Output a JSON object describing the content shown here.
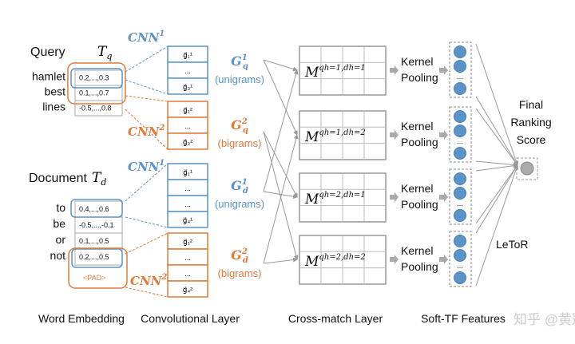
{
  "colors": {
    "blue": "#5b93c9",
    "orange": "#e07a3a",
    "gray": "#999999"
  },
  "query": {
    "label": "Query",
    "symbol": "T",
    "sub": "q",
    "words": [
      "hamlet",
      "best",
      "lines"
    ],
    "vectors": [
      "0.2,...,0.3",
      "0.1,...,0.7",
      "-0.5,...,0.8"
    ]
  },
  "document": {
    "label": "Document",
    "symbol": "T",
    "sub": "d",
    "words": [
      "to",
      "be",
      "or",
      "not"
    ],
    "vectors": [
      "0.4,...,0.6",
      "-0.5,...,-0.1",
      "0.1,...,0.5",
      "0.2,...,0.5"
    ],
    "pad": "<PAD>"
  },
  "cnn": {
    "cnn1": "CNN",
    "sup1": "1",
    "cnn2": "CNN",
    "sup2": "2"
  },
  "conv": {
    "q1": {
      "rows": [
        "g⃗₁¹",
        "...",
        "g⃗₃¹"
      ],
      "label": "G",
      "sup": "1",
      "sub": "q",
      "note": "(unigrams)"
    },
    "q2": {
      "rows": [
        "g⃗₁²",
        "...",
        "g⃗₃²"
      ],
      "label": "G",
      "sup": "2",
      "sub": "q",
      "note": "(bigrams)"
    },
    "d1": {
      "rows": [
        "g⃗₁¹",
        "...",
        "...",
        "g⃗₄¹"
      ],
      "label": "G",
      "sup": "1",
      "sub": "d",
      "note": "(unigrams)"
    },
    "d2": {
      "rows": [
        "g⃗₁²",
        "...",
        "...",
        "g⃗₄²"
      ],
      "label": "G",
      "sup": "2",
      "sub": "d",
      "note": "(bigrams)"
    }
  },
  "matrices": [
    {
      "base": "M",
      "sup": "qh=1,dh=1"
    },
    {
      "base": "M",
      "sup": "qh=1,dh=2"
    },
    {
      "base": "M",
      "sup": "qh=2,dh=1"
    },
    {
      "base": "M",
      "sup": "qh=2,dh=2"
    }
  ],
  "kernel_pooling": [
    "Kernel",
    "Pooling"
  ],
  "ellipsis": "...",
  "final": [
    "Final",
    "Ranking",
    "Score"
  ],
  "letor": "LeToR",
  "bottom_labels": [
    "Word Embedding",
    "Convolutional Layer",
    "Cross-match Layer",
    "Soft-TF Features"
  ],
  "watermark": "知乎 @黄冠"
}
